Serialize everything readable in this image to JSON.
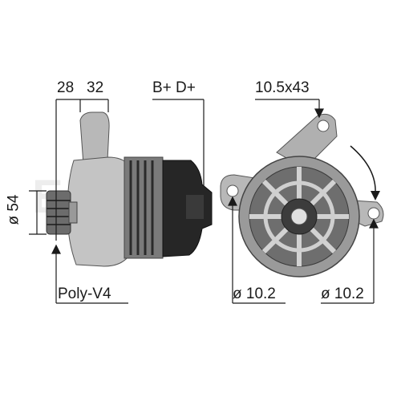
{
  "labels": {
    "dim_a": "28",
    "dim_b": "32",
    "terminals": "B+ D+",
    "bolt": "10.5x43",
    "pulley_dia": "ø 54",
    "pulley_type": "Poly-V4",
    "hole_left": "ø 10.2",
    "hole_right": "ø 10.2"
  },
  "watermark": "ERA",
  "colors": {
    "line": "#1a1a1a",
    "metal_dark": "#3a3a3a",
    "metal_mid": "#8a8a8a",
    "metal_light": "#d0d0d0"
  }
}
